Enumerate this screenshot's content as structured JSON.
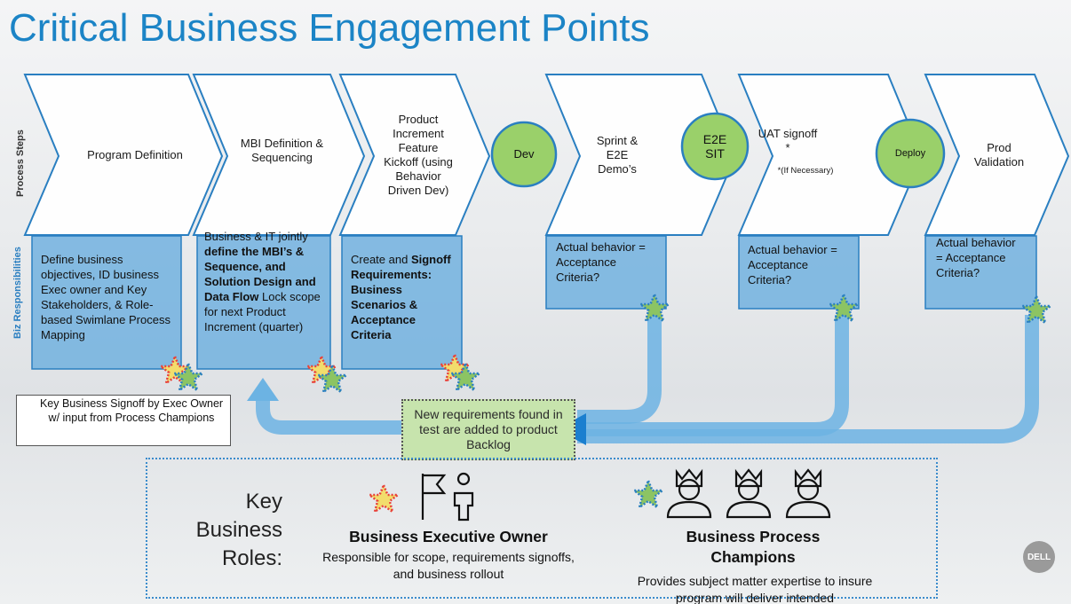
{
  "title": "Critical Business Engagement Points",
  "side_labels": {
    "process_steps": "Process Steps",
    "biz_responsibilities": "Biz Responsibilities"
  },
  "steps": [
    {
      "label": "Program Definition"
    },
    {
      "label": "MBI Definition & Sequencing"
    },
    {
      "label": "Product Increment Feature Kickoff (using Behavior Driven Dev)"
    },
    {
      "label": "Sprint & E2E Demo’s"
    },
    {
      "label": "UAT signoff *",
      "note": "*(If Necessary)"
    },
    {
      "label": "Prod Validation"
    }
  ],
  "gates": [
    {
      "label": "Dev"
    },
    {
      "label": "E2E SIT"
    },
    {
      "label": "Deploy"
    }
  ],
  "responsibilities": {
    "r1": "Define business objectives, ID business Exec owner and Key Stakeholders, & Role-based Swimlane Process Mapping",
    "r2_a": "Business & IT jointly ",
    "r2_b": "define the MBI’s & Sequence, and Solution Design and Data Flow",
    "r2_c": " Lock scope for next Product Increment (quarter)",
    "r3_a": "Create and ",
    "r3_b": "Signoff Requirements: Business Scenarios & Acceptance Criteria",
    "r4": "Actual behavior = Acceptance Criteria?",
    "r5": "Actual behavior = Acceptance Criteria?",
    "r6": "Actual behavior = Acceptance Criteria?"
  },
  "legend": "Key Business Signoff by Exec Owner w/ input from Process Champions",
  "backlog_note": "New requirements found in test are added to product Backlog",
  "roles": {
    "title": "Key Business Roles:",
    "exec_owner": {
      "name": "Business Executive Owner",
      "description": "Responsible for scope, requirements signoffs, and business rollout"
    },
    "champions": {
      "name": "Business Process Champions",
      "description": "Provides subject matter expertise to insure program will deliver intended"
    }
  },
  "logo_text": "DELL",
  "colors": {
    "title": "#1b84c6",
    "resp_box": "#6aaedf",
    "gate": "#9ad06a",
    "arrow": "#6cb3e3",
    "backlog": "#c7e4ad",
    "star_exec": "#e8413a",
    "star_champion": "#6fb44a"
  },
  "icons": [
    "flag-person-icon",
    "crowned-person-icon",
    "red-star-icon",
    "green-star-icon"
  ]
}
